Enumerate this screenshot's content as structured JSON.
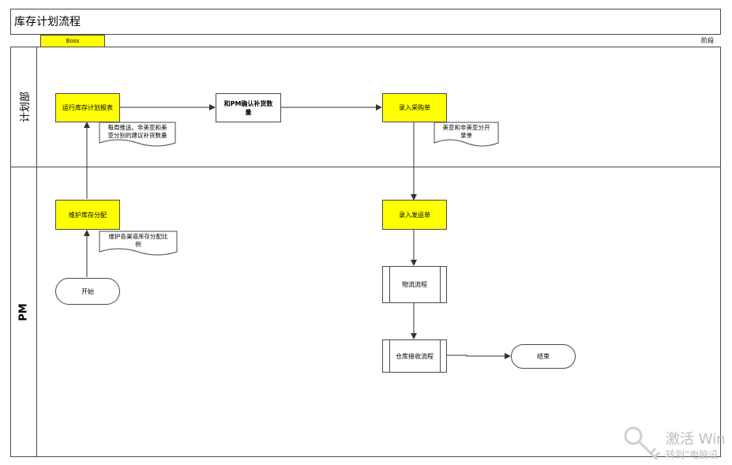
{
  "title": "库存计划流程",
  "phase": {
    "name": "Boss",
    "right_label": "阶段"
  },
  "lanes": {
    "planning": "计划部",
    "pm": "PM"
  },
  "nodes": {
    "run_report": "运行库存计划报表",
    "confirm_pm": "和PM确认补货数量",
    "enter_po": "录入采购单",
    "maintain_alloc": "维护库存分配",
    "enter_shipping": "录入发运单",
    "logistics": "物流流程",
    "warehouse": "仓库接收流程",
    "start": "开始",
    "end": "结束"
  },
  "docs": {
    "weekly": [
      "每周推送。非美亚和美",
      "亚分别的建议补货数量"
    ],
    "split": [
      "美亚和非美亚分开",
      "录单"
    ],
    "channel": [
      "维护各渠道库存分配比",
      "例"
    ]
  },
  "watermark": {
    "line1": "激活 Win",
    "line2": "转到“电脑设"
  },
  "colors": {
    "process_fill": "#ffff00",
    "line": "#4a4a4a"
  }
}
